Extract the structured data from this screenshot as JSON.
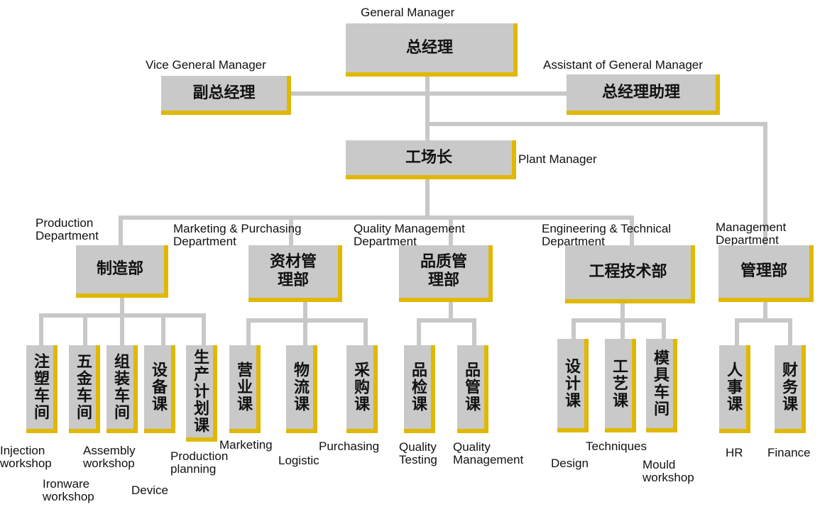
{
  "colors": {
    "box_fill": "#c9c9c9",
    "box_shadow": "#e0b800",
    "connector": "#c8c8c8",
    "text": "#111111"
  },
  "top": {
    "general_manager": {
      "cn": "总经理",
      "en": "General Manager"
    },
    "vice_gm": {
      "cn": "副总经理",
      "en": "Vice General Manager"
    },
    "assistant_gm": {
      "cn": "总经理助理",
      "en": "Assistant of General Manager"
    },
    "plant_manager": {
      "cn": "工场长",
      "en": "Plant Manager"
    }
  },
  "departments": {
    "production": {
      "cn": "制造部",
      "en": "Production Department"
    },
    "marketing_purchasing": {
      "cn": "资材管理部",
      "en": "Marketing & Purchasing Department"
    },
    "quality": {
      "cn": "品质管理部",
      "en": "Quality Management Department"
    },
    "engineering": {
      "cn": "工程技术部",
      "en": "Engineering & Technical Department"
    },
    "management": {
      "cn": "管理部",
      "en": "Management Department"
    }
  },
  "sections": {
    "injection": {
      "cn": "注塑车间",
      "en": "Injection workshop"
    },
    "ironware": {
      "cn": "五金车间",
      "en": "Ironware workshop"
    },
    "assembly": {
      "cn": "组装车间",
      "en": "Assembly workshop"
    },
    "device": {
      "cn": "设备课",
      "en": "Device"
    },
    "production_planning": {
      "cn": "生产计划课",
      "en": "Production planning"
    },
    "marketing": {
      "cn": "营业课",
      "en": "Marketing"
    },
    "logistic": {
      "cn": "物流课",
      "en": "Logistic"
    },
    "purchasing": {
      "cn": "采购课",
      "en": "Purchasing"
    },
    "quality_testing": {
      "cn": "品检课",
      "en": "Quality Testing"
    },
    "quality_management": {
      "cn": "品管课",
      "en": "Quality Management"
    },
    "design": {
      "cn": "设计课",
      "en": "Design"
    },
    "techniques": {
      "cn": "工艺课",
      "en": "Techniques"
    },
    "mould": {
      "cn": "模具车间",
      "en": "Mould workshop"
    },
    "hr": {
      "cn": "人事课",
      "en": "HR"
    },
    "finance": {
      "cn": "财务课",
      "en": "Finance"
    }
  }
}
